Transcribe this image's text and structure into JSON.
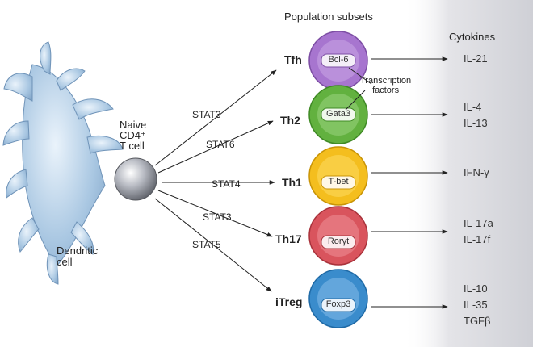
{
  "header": {
    "population": "Population subsets",
    "cytokines": "Cytokines"
  },
  "cells": {
    "dendritic": "Dendritic\ncell",
    "naive": "Naive\nCD4⁺\nT cell"
  },
  "annotation": "Transcription\nfactors",
  "subsets": [
    {
      "name": "Tfh",
      "stat": "STAT3",
      "factor": "Bcl-6",
      "cytokines": [
        "IL-21"
      ],
      "color": "#9f66c9"
    },
    {
      "name": "Th2",
      "stat": "STAT6",
      "factor": "Gata3",
      "cytokines": [
        "IL-4",
        "IL-13"
      ],
      "color": "#5fae3c"
    },
    {
      "name": "Th1",
      "stat": "STAT4",
      "factor": "T-bet",
      "cytokines": [
        "IFN-γ"
      ],
      "color": "#f0b91e"
    },
    {
      "name": "Th17",
      "stat": "STAT3",
      "factor": "Rorγt",
      "cytokines": [
        "IL-17a",
        "IL-17f"
      ],
      "color": "#d54e58"
    },
    {
      "name": "iTreg",
      "stat": "STAT5",
      "factor": "Foxp3",
      "cytokines": [
        "IL-10",
        "IL-35",
        "TGFβ"
      ],
      "color": "#2f86c8"
    }
  ]
}
